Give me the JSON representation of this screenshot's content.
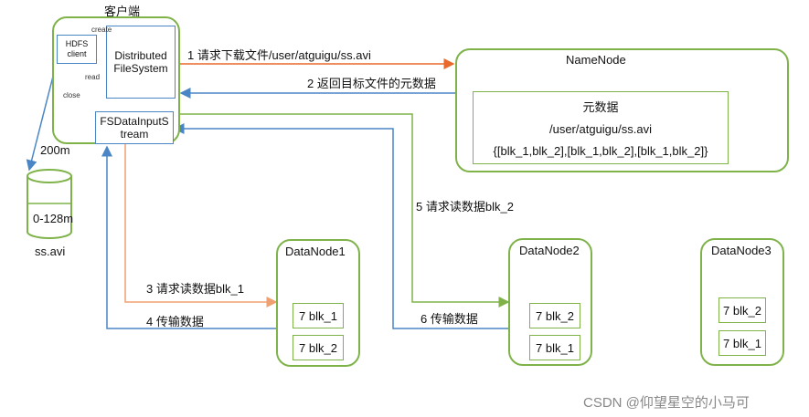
{
  "client": {
    "title": "客户端",
    "hdfs_client": "HDFS client",
    "distributed_fs": "Distributed FileSystem",
    "fsdatainputstream": "FSDataInputStream",
    "create_label": "create",
    "read_label": "read",
    "close_label": "close"
  },
  "file": {
    "size_label": "200m",
    "range_label": "0-128m",
    "name": "ss.avi"
  },
  "namenode": {
    "title": "NameNode",
    "meta_title": "元数据",
    "meta_path": "/user/atguigu/ss.avi",
    "meta_blocks": "{[blk_1,blk_2],[blk_1,blk_2],[blk_1,blk_2]}"
  },
  "datanodes": [
    {
      "title": "DataNode1",
      "blocks": [
        "7 blk_1",
        "7 blk_2"
      ]
    },
    {
      "title": "DataNode2",
      "blocks": [
        "7 blk_2",
        "7 blk_1"
      ]
    },
    {
      "title": "DataNode3",
      "blocks": [
        "7 blk_2",
        "7 blk_1"
      ]
    }
  ],
  "steps": {
    "s1": "1 请求下载文件/user/atguigu/ss.avi",
    "s2": "2 返回目标文件的元数据",
    "s3": "3 请求读数据blk_1",
    "s4": "4 传输数据",
    "s5": "5 请求读数据blk_2",
    "s6": "6 传输数据"
  },
  "watermark": "CSDN @仰望星空的小马可",
  "colors": {
    "green": "#7fb34a",
    "blue": "#4a86c5",
    "orange": "#f0a070",
    "orange_dark": "#e8692a"
  }
}
